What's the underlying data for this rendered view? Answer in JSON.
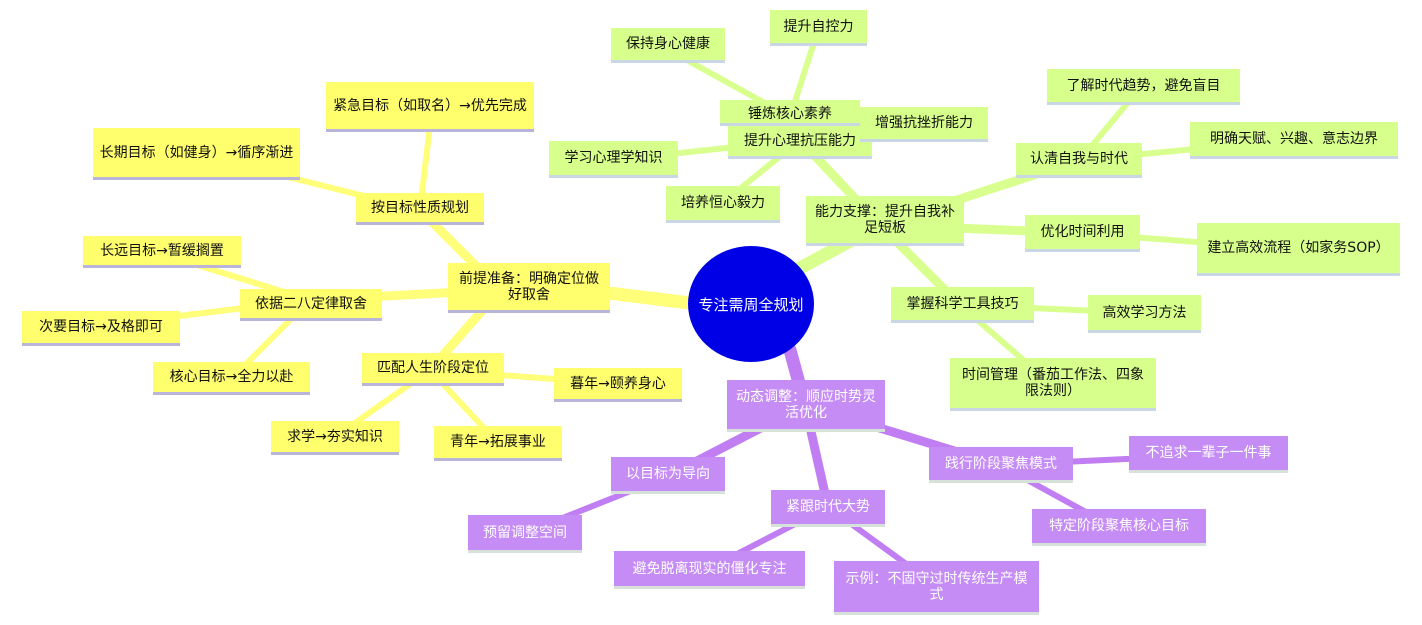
{
  "root": "专注需周全规划",
  "branches": {
    "prep": {
      "label": "前提准备：明确定位做好取舍",
      "by_nature": "按目标性质规划",
      "urgent": "紧急目标（如取名）→优先完成",
      "long_term": "长期目标（如健身）→循序渐进",
      "pareto": "依据二八定律取舍",
      "distant": "长远目标→暂缓搁置",
      "secondary": "次要目标→及格即可",
      "core": "核心目标→全力以赴",
      "life_stage": "匹配人生阶段定位",
      "old_age": "暮年→颐养身心",
      "youth": "青年→拓展事业",
      "study": "求学→夯实知识"
    },
    "ability": {
      "label": "能力支撑：提升自我补足短板",
      "core_quality": "锤炼核心素养",
      "health": "保持身心健康",
      "self_control": "提升自控力",
      "stress": "提升心理抗压能力",
      "frustration": "增强抗挫折能力",
      "psych": "学习心理学知识",
      "perseverance": "培养恒心毅力",
      "know_self": "认清自我与时代",
      "trends": "了解时代趋势，避免盲目",
      "talent": "明确天赋、兴趣、意志边界",
      "time_use": "优化时间利用",
      "sop": "建立高效流程（如家务SOP）",
      "tools": "掌握科学工具技巧",
      "learning": "高效学习方法",
      "time_mgmt": "时间管理（番茄工作法、四象限法则）"
    },
    "dynamic": {
      "label": "动态调整：顺应时势灵活优化",
      "stage_focus": "践行阶段聚焦模式",
      "not_lifetime": "不追求一辈子一件事",
      "specific_stage": "特定阶段聚焦核心目标",
      "follow_trend": "紧跟时代大势",
      "example": "示例：不固守过时传统生产模式",
      "avoid_rigid": "避免脱离现实的僵化专注",
      "goal_oriented": "以目标为导向",
      "reserve": "预留调整空间"
    }
  },
  "colors": {
    "root": "#0000e6",
    "prep": "#ffff6e",
    "ability": "#d7ff8c",
    "dynamic": "#c58cf5",
    "prep_link": "#ffff7a",
    "ability_link": "#d9ff8f",
    "dynamic_link": "#c07ef2"
  }
}
